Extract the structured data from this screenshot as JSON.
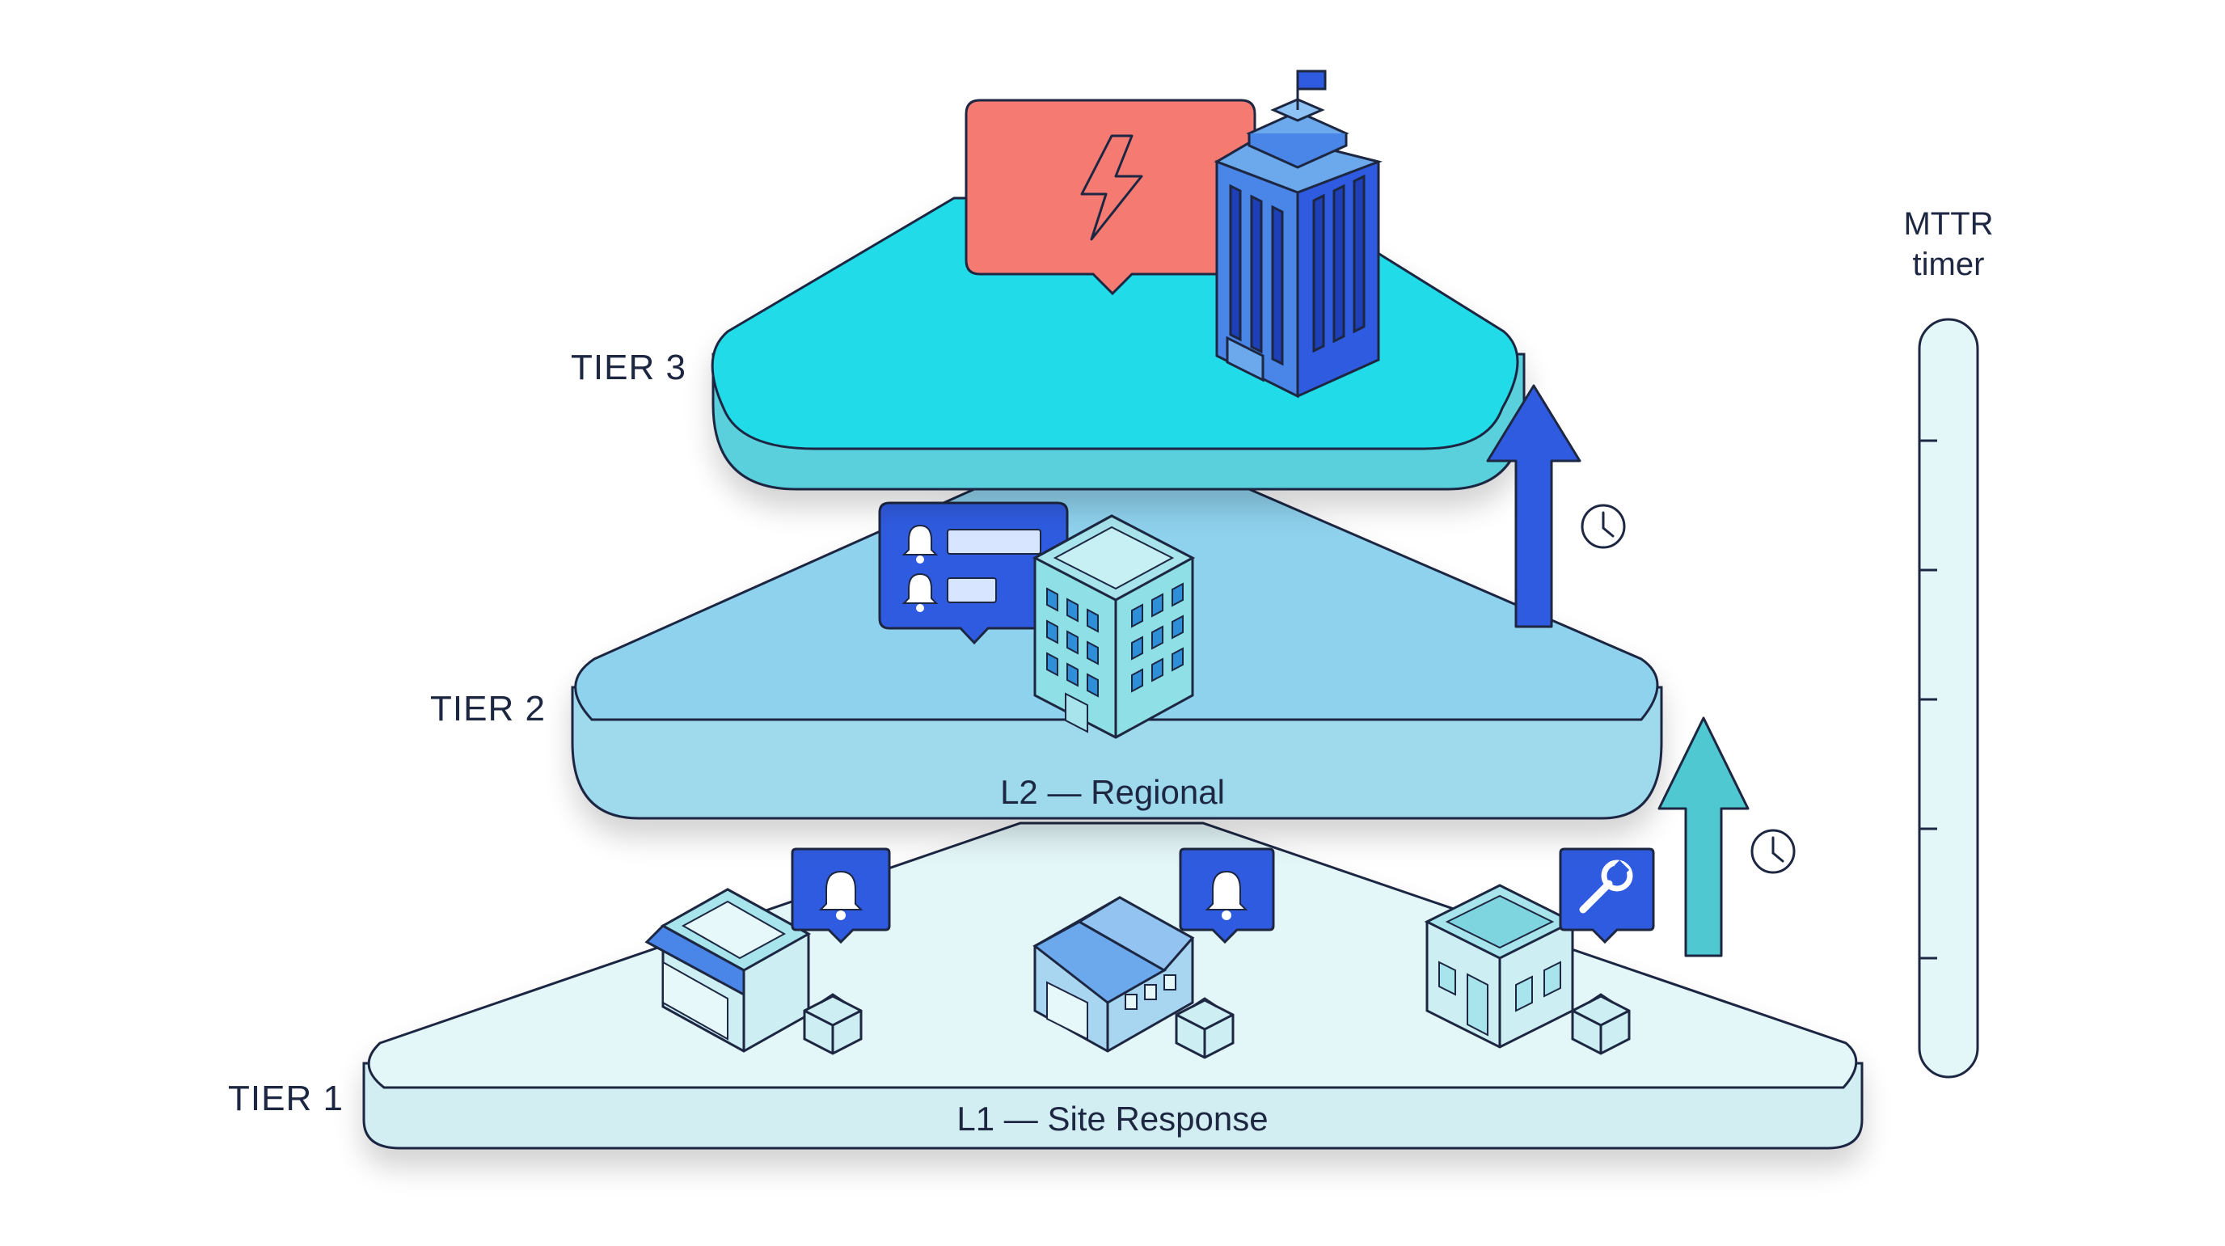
{
  "diagram": {
    "tiers": [
      {
        "id": "tier1",
        "label": "TIER 1",
        "layer_name": "L1 — Site Response"
      },
      {
        "id": "tier2",
        "label": "TIER 2",
        "layer_name": "L2 — Regional"
      },
      {
        "id": "tier3",
        "label": "TIER 3",
        "layer_name": ""
      }
    ],
    "timer": {
      "label_line1": "MTTR",
      "label_line2": "timer",
      "tick_count": 5
    },
    "escalation_arrows": [
      {
        "from": "tier1",
        "to": "tier2",
        "color": "#4fc8d2",
        "icon": "clock-icon"
      },
      {
        "from": "tier2",
        "to": "tier3",
        "color": "#2f5be0",
        "icon": "clock-icon"
      }
    ],
    "tier1_sites": [
      {
        "type": "storefront",
        "badge_icon": "bell-icon",
        "tool_icon": "toolbox-icon"
      },
      {
        "type": "warehouse",
        "badge_icon": "bell-icon",
        "tool_icon": "toolbox-icon"
      },
      {
        "type": "small-office",
        "badge_icon": "wrench-icon",
        "tool_icon": "toolbox-icon"
      }
    ],
    "tier2_site": {
      "type": "office-building",
      "notification_icons": [
        "bell-icon",
        "bell-icon"
      ]
    },
    "tier3_site": {
      "type": "headquarters-tower",
      "alert_icon": "lightning-icon",
      "flag_icon": "flag-icon"
    },
    "colors": {
      "tier1_fill": "#e3f6f8",
      "tier2_fill": "#8fd2ee",
      "tier3_fill": "#22dbe8",
      "outline": "#1d2742",
      "accent_blue": "#2f5be0",
      "accent_red": "#f47a72",
      "accent_teal": "#4fc8d2"
    }
  }
}
